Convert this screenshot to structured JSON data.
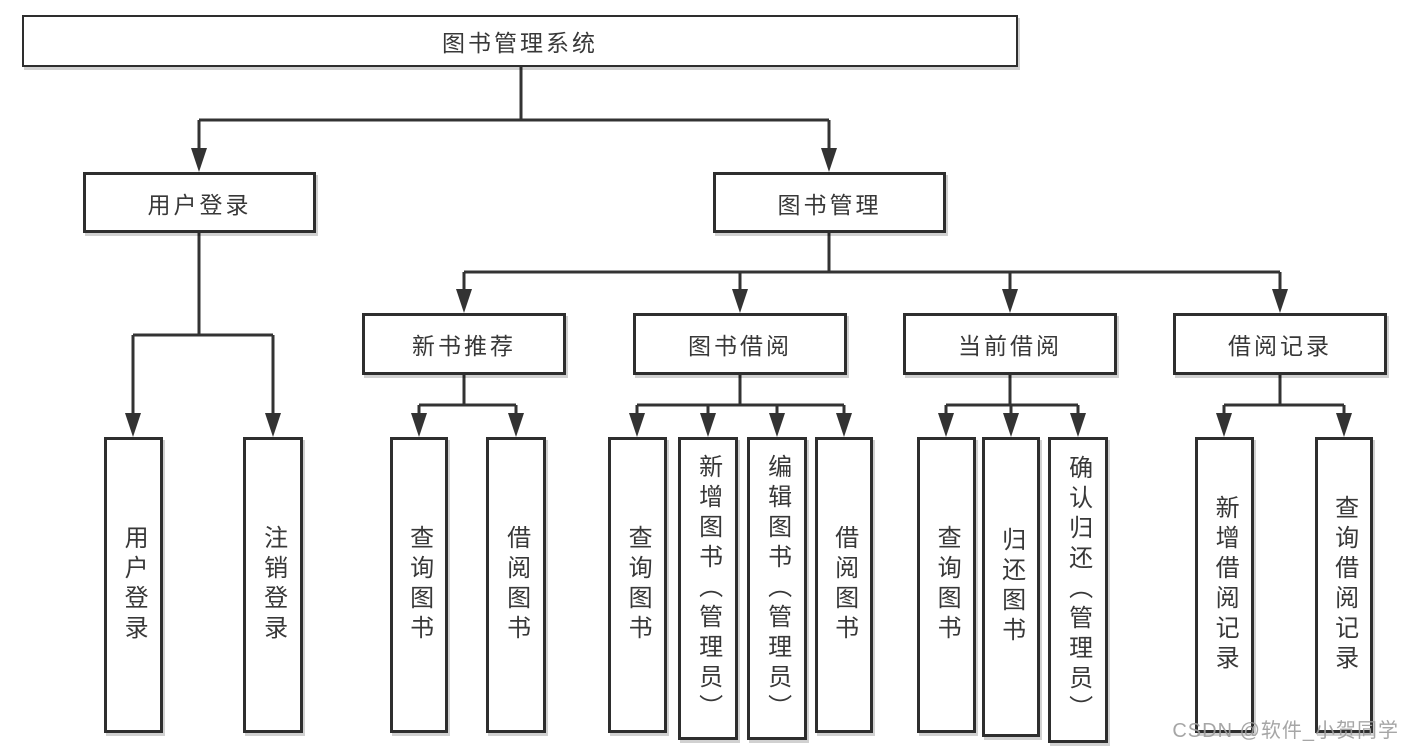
{
  "tree": {
    "root": {
      "label": "图书管理系统"
    },
    "level2": [
      {
        "label": "用户登录",
        "parent": "图书管理系统"
      },
      {
        "label": "图书管理",
        "parent": "图书管理系统"
      }
    ],
    "level3": [
      {
        "label": "新书推荐",
        "parent": "图书管理"
      },
      {
        "label": "图书借阅",
        "parent": "图书管理"
      },
      {
        "label": "当前借阅",
        "parent": "图书管理"
      },
      {
        "label": "借阅记录",
        "parent": "图书管理"
      }
    ],
    "leaves": [
      {
        "label": "用户登录",
        "parent": "用户登录"
      },
      {
        "label": "注销登录",
        "parent": "用户登录"
      },
      {
        "label": "查询图书",
        "parent": "新书推荐"
      },
      {
        "label": "借阅图书",
        "parent": "新书推荐"
      },
      {
        "label": "查询图书",
        "parent": "图书借阅"
      },
      {
        "label": "新增图书（管理员）",
        "parent": "图书借阅"
      },
      {
        "label": "编辑图书（管理员）",
        "parent": "图书借阅"
      },
      {
        "label": "借阅图书",
        "parent": "图书借阅"
      },
      {
        "label": "查询图书",
        "parent": "当前借阅"
      },
      {
        "label": "归还图书",
        "parent": "当前借阅"
      },
      {
        "label": "确认归还（管理员）",
        "parent": "当前借阅"
      },
      {
        "label": "新增借阅记录",
        "parent": "借阅记录"
      },
      {
        "label": "查询借阅记录",
        "parent": "借阅记录"
      }
    ]
  },
  "watermark": {
    "text": "CSDN @软件_小贺同学"
  },
  "colors": {
    "box_border": "#2e2e2e",
    "connector": "#333333",
    "text": "#383838",
    "watermark": "#9e9e9e",
    "background": "#ffffff"
  }
}
